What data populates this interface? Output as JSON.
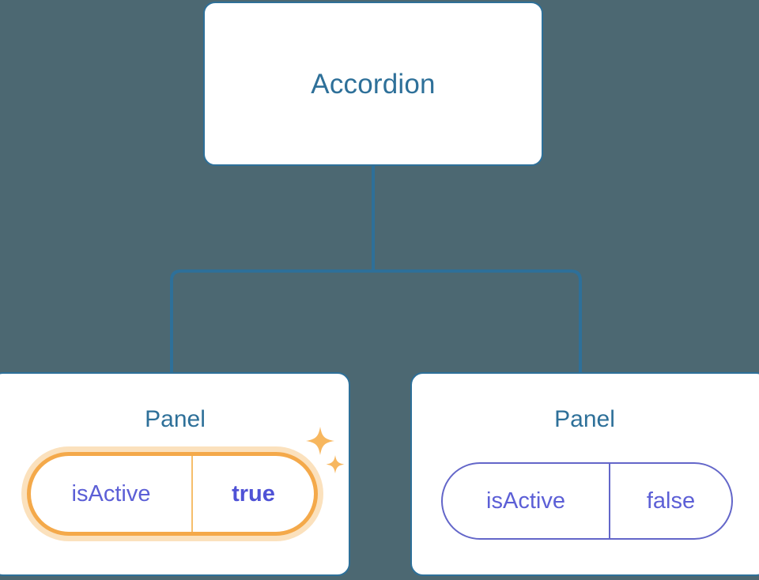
{
  "theme": {
    "background": "#4C6872",
    "node_border": "#2E7099",
    "node_text": "#2E7099",
    "card_background": "#FFFFFF",
    "prop_text": "#5C5FD6",
    "prop_border": "#6366C9",
    "highlight_border": "#F4A94A",
    "highlight_glow": "#FBDDAC",
    "highlight_divider": "#F6BE6B",
    "sparkle": "#F7B75F",
    "connector_line": "#2E7099"
  },
  "tree": {
    "root": {
      "label": "Accordion"
    },
    "children": [
      {
        "label": "Panel",
        "highlighted": true,
        "prop": {
          "key": "isActive",
          "value": "true"
        },
        "sparkle_icons": [
          "sparkle-large-icon",
          "sparkle-small-icon"
        ]
      },
      {
        "label": "Panel",
        "highlighted": false,
        "prop": {
          "key": "isActive",
          "value": "false"
        }
      }
    ]
  }
}
